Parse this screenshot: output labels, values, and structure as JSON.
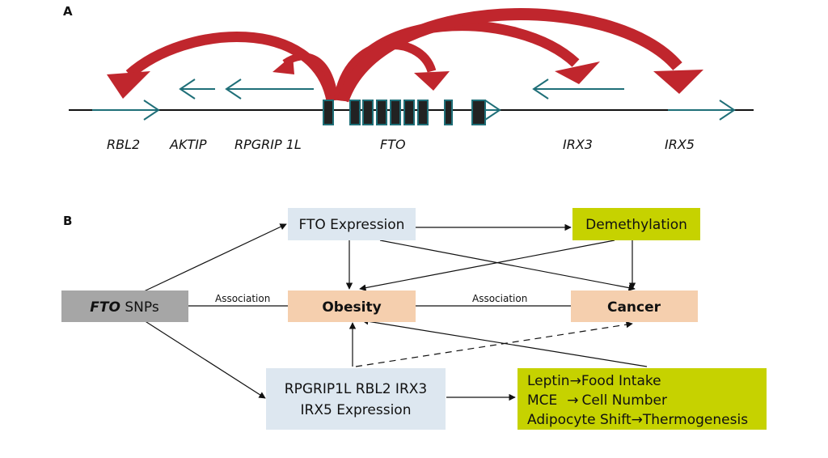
{
  "panel_a": {
    "label": "A",
    "genes": [
      "RBL2",
      "AKTIP",
      "RPGRIP 1L",
      "FTO",
      "IRX3",
      "IRX5"
    ]
  },
  "panel_b": {
    "label": "B",
    "fto_expression": "FTO Expression",
    "demethylation": "Demethylation",
    "fto_snps_italic": "FTO",
    "fto_snps_rest": " SNPs",
    "obesity": "Obesity",
    "cancer": "Cancer",
    "association_left": "Association",
    "association_right": "Association",
    "rpgrip_line1": "RPGRIP1L RBL2 IRX3",
    "rpgrip_line2": "IRX5 Expression",
    "effects": [
      {
        "a": "Leptin",
        "b": "Food Intake"
      },
      {
        "a": "MCE",
        "b": "Cell Number"
      },
      {
        "a": "Adipocyte Shift",
        "b": "Thermogenesis"
      }
    ],
    "arrow_glyph": "→"
  },
  "colors": {
    "teal": "#1f6f78",
    "red": "#c0262d",
    "exon": "#222222",
    "light_blue": "#dde7f0",
    "peach": "#f5cfae",
    "lime": "#c6d200",
    "gray": "#a6a6a6"
  }
}
